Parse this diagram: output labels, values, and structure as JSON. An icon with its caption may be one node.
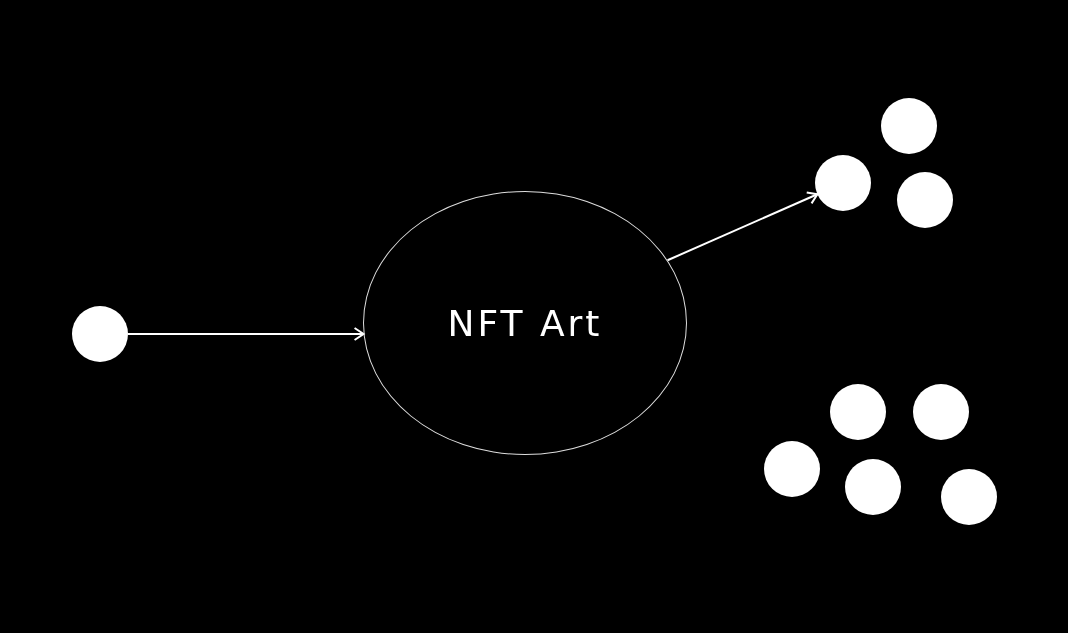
{
  "diagram": {
    "nodes": [
      {
        "text": [],
        "shape": "circle"
      },
      {
        "text": [
          "NFT Art"
        ]
      },
      {
        "text": [],
        "shape": "circle"
      },
      {
        "text": [],
        "shape": "circle"
      },
      {
        "text": [],
        "shape": "circle"
      },
      {
        "text": [],
        "shape": "circle"
      },
      {
        "text": [],
        "shape": "circle"
      },
      {
        "text": [],
        "shape": "circle"
      },
      {
        "text": [],
        "shape": "circle"
      },
      {
        "text": [],
        "shape": "circle"
      }
    ],
    "edges": [
      {
        "from": 0,
        "to": 1,
        "arrow": "to"
      },
      {
        "from": 1,
        "to": 3,
        "arrow": "to"
      }
    ]
  }
}
